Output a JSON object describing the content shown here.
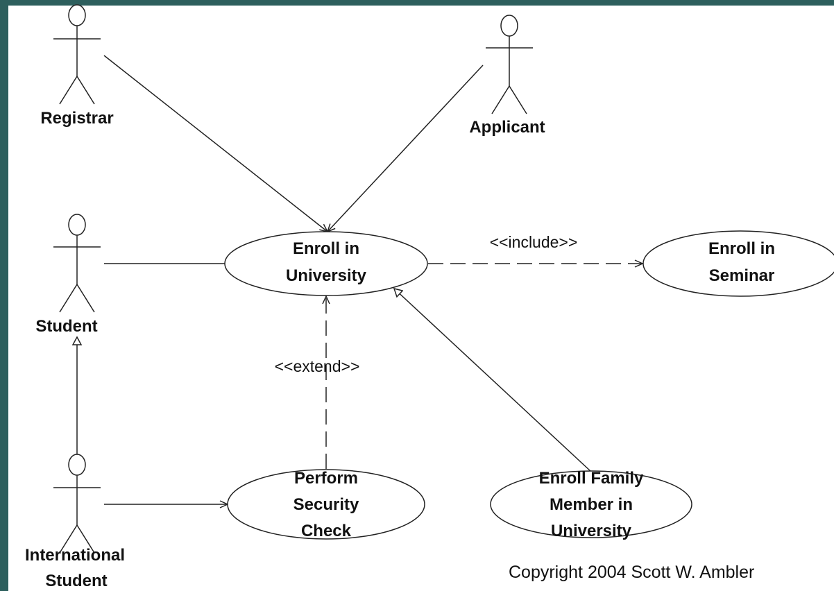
{
  "diagram": {
    "actors": {
      "registrar": "Registrar",
      "applicant": "Applicant",
      "student": "Student",
      "international_student": [
        "International",
        "Student"
      ]
    },
    "use_cases": {
      "enroll_university": [
        "Enroll in",
        "University"
      ],
      "enroll_seminar": [
        "Enroll in",
        "Seminar"
      ],
      "security_check": [
        "Perform",
        "Security",
        "Check"
      ],
      "enroll_family": [
        "Enroll Family",
        "Member in",
        "University"
      ]
    },
    "relationships": {
      "include": "<<include>>",
      "extend": "<<extend>>"
    },
    "copyright": "Copyright 2004 Scott W. Ambler"
  }
}
